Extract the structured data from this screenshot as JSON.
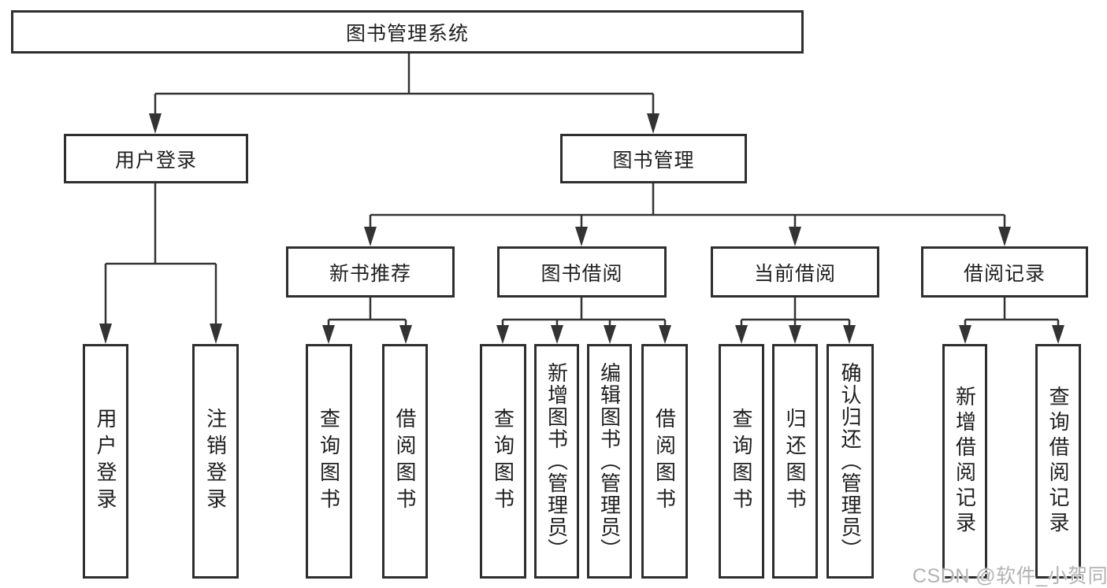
{
  "diagram": {
    "root": {
      "label": "图书管理系统",
      "children": [
        {
          "label": "用户登录",
          "children": [
            {
              "label": "用户登录"
            },
            {
              "label": "注销登录"
            }
          ]
        },
        {
          "label": "图书管理",
          "children": [
            {
              "label": "新书推荐",
              "children": [
                {
                  "label": "查询图书"
                },
                {
                  "label": "借阅图书"
                }
              ]
            },
            {
              "label": "图书借阅",
              "children": [
                {
                  "label": "查询图书"
                },
                {
                  "label": "新增图书（管理员）"
                },
                {
                  "label": "编辑图书（管理员）"
                },
                {
                  "label": "借阅图书"
                }
              ]
            },
            {
              "label": "当前借阅",
              "children": [
                {
                  "label": "查询图书"
                },
                {
                  "label": "归还图书"
                },
                {
                  "label": "确认归还（管理员）"
                }
              ]
            },
            {
              "label": "借阅记录",
              "children": [
                {
                  "label": "新增借阅记录"
                },
                {
                  "label": "查询借阅记录"
                }
              ]
            }
          ]
        }
      ]
    }
  },
  "watermark": {
    "text": "CSDN @软件_小贺同学"
  },
  "colors": {
    "line": "#333333",
    "box_border": "#2e2e2e",
    "text": "#1f1f1f",
    "watermark": "#b3b3b3",
    "background": "#ffffff"
  }
}
